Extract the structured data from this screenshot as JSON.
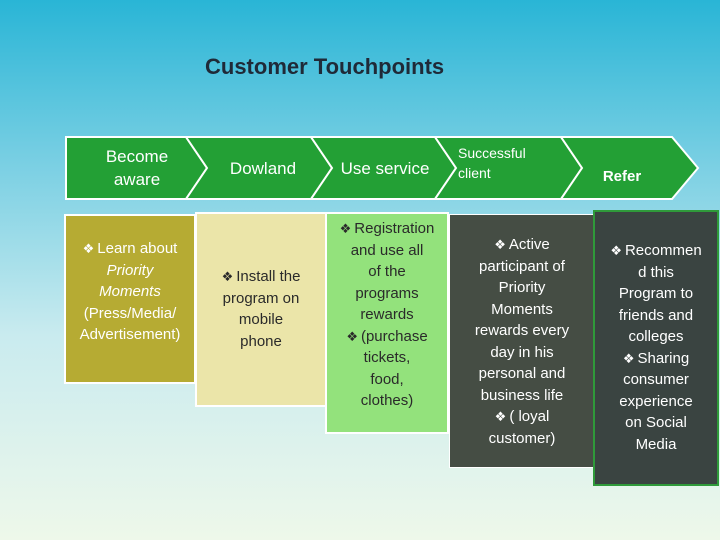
{
  "title": "Customer Touchpoints",
  "steps": [
    {
      "label": "Become aware"
    },
    {
      "label": "Dowland"
    },
    {
      "label": "Use service"
    },
    {
      "label": "Successful client"
    },
    {
      "label": "Refer"
    }
  ],
  "boxes": [
    {
      "lead": "Learn about",
      "italic1": "Priority",
      "italic2": "Moments",
      "rest1": "(Press/Media/",
      "rest2": "Advertisement)"
    },
    {
      "text1": "Install the",
      "text2": "program on",
      "text3": "mobile",
      "text4": "phone"
    },
    {
      "b1_1": "Registration",
      "b1_2": "and use all",
      "b1_3": "of the",
      "b1_4": "programs",
      "b1_5": "rewards",
      "b2_1": "(purchase",
      "b2_2": "tickets,",
      "b2_3": "food,",
      "b2_4": "clothes)"
    },
    {
      "b1_1": "Active",
      "b1_2": "participant of",
      "b1_3": "Priority",
      "b1_4": "Moments",
      "b1_5": "rewards every",
      "b1_6": "day in his",
      "b1_7": "personal and",
      "b1_8": "business life",
      "b2_1": "( loyal",
      "b2_2": "customer)"
    },
    {
      "b1_1": "Recommen",
      "b1_2": "d this",
      "b1_3": "Program to",
      "b1_4": "friends and",
      "b1_5": "colleges",
      "b2_1": "Sharing",
      "b2_2": "consumer",
      "b2_3": "experience",
      "b2_4": "on Social",
      "b2_5": "Media"
    }
  ],
  "colors": {
    "arrow_fill": "#23a035",
    "box1": "#b6ab33",
    "box2": "#ebe5a9",
    "box3": "#93e27c",
    "box4": "#454d44",
    "box5": "#3a4441"
  },
  "icons": {
    "bullet": "diamond-bullet-icon"
  }
}
